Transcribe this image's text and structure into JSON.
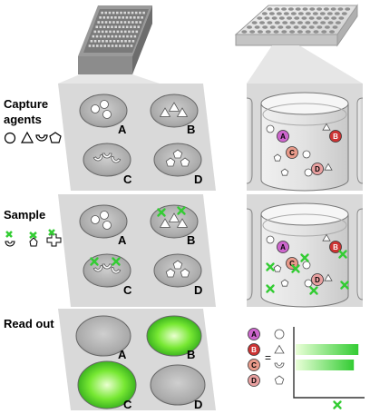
{
  "rows": [
    {
      "id": "capture",
      "label_lines": [
        "Capture",
        "agents"
      ]
    },
    {
      "id": "sample",
      "label_lines": [
        "Sample"
      ]
    },
    {
      "id": "readout",
      "label_lines": [
        "Read out"
      ]
    }
  ],
  "slot_letters": [
    "A",
    "B",
    "C",
    "D"
  ],
  "chip_letters": [
    "A",
    "B",
    "C",
    "D"
  ],
  "legend_symbol_letters": [
    "A",
    "B",
    "C",
    "D"
  ],
  "legend_equals": "=",
  "readout": {
    "lit_spots": [
      "B",
      "C"
    ],
    "bar_levels": [
      0,
      0.85,
      0.78,
      0
    ]
  },
  "colors": {
    "panel_gray": "#d9d9d9",
    "well_gray": "#bdbdbd",
    "green": "#33cc33",
    "green_glow": "#7fff00",
    "chip_A": "#cc66cc",
    "chip_B": "#cc3333",
    "chip_C": "#e89a8a",
    "chip_D": "#e8a0a0"
  }
}
